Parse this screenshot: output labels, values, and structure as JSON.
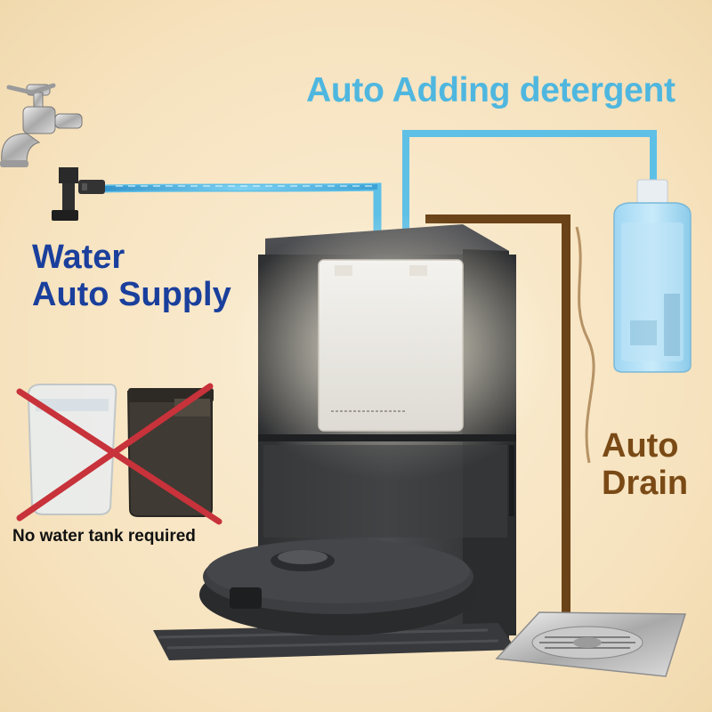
{
  "labels": {
    "detergent": "Auto Adding detergent",
    "water_line1": "Water",
    "water_line2": "Auto Supply",
    "drain_line1": "Auto",
    "drain_line2": "Drain",
    "no_tank": "No water tank required"
  },
  "colors": {
    "background": "#f8e6c4",
    "detergent_text": "#4fb7df",
    "water_text": "#1a3f9c",
    "drain_text": "#7a4a16",
    "water_pipe": "#5fc0e6",
    "drain_pipe": "#6b4318",
    "cross": "#c8323a"
  },
  "icons": [
    "faucet-icon",
    "water-valve-icon",
    "detergent-bottle-icon",
    "floor-drain-icon",
    "robot-vacuum-icon",
    "docking-station-icon",
    "water-tank-icon"
  ]
}
